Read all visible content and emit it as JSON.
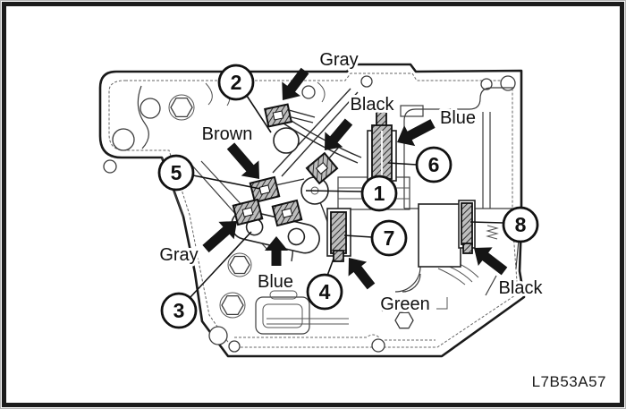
{
  "figure_code": "L7B53A57",
  "callouts": [
    {
      "number": "1",
      "label": "Black"
    },
    {
      "number": "2",
      "label": "Gray"
    },
    {
      "number": "3",
      "label": "Gray"
    },
    {
      "number": "4",
      "label": "Blue"
    },
    {
      "number": "5",
      "label": "Brown"
    },
    {
      "number": "6",
      "label": "Blue"
    },
    {
      "number": "7",
      "label": "Green"
    },
    {
      "number": "8",
      "label": "Black"
    }
  ],
  "colors": {
    "line": "#1a1a1a",
    "background": "#ffffff"
  }
}
